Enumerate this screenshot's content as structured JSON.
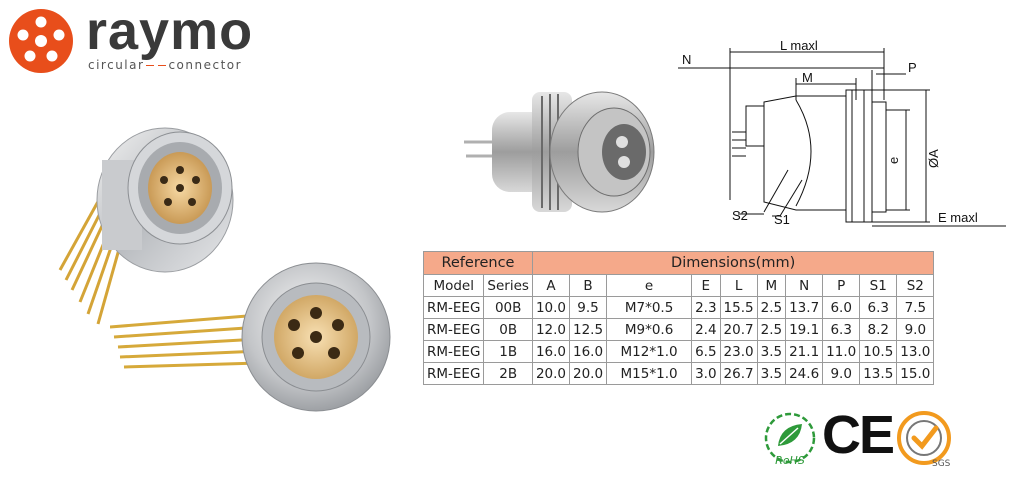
{
  "brand": {
    "name": "raymo",
    "tagline_left": "circular",
    "tagline_right": "connector",
    "accent": "#e84e1b"
  },
  "diagram": {
    "labels": {
      "n": "N",
      "l_max": "L maxl",
      "m": "M",
      "p": "P",
      "e": "e",
      "phi_a": "ØA",
      "s2": "S2",
      "s1": "S1",
      "e_max": "E maxl"
    }
  },
  "table": {
    "group_headers": [
      "Reference",
      "Dimensions(mm)"
    ],
    "columns": [
      "Model",
      "Series",
      "A",
      "B",
      "e",
      "E",
      "L",
      "M",
      "N",
      "P",
      "S1",
      "S2"
    ],
    "rows": [
      [
        "RM-EEG",
        "00B",
        "10.0",
        "9.5",
        "M7*0.5",
        "2.3",
        "15.5",
        "2.5",
        "13.7",
        "6.0",
        "6.3",
        "7.5"
      ],
      [
        "RM-EEG",
        "0B",
        "12.0",
        "12.5",
        "M9*0.6",
        "2.4",
        "20.7",
        "2.5",
        "19.1",
        "6.3",
        "8.2",
        "9.0"
      ],
      [
        "RM-EEG",
        "1B",
        "16.0",
        "16.0",
        "M12*1.0",
        "6.5",
        "23.0",
        "3.5",
        "21.1",
        "11.0",
        "10.5",
        "13.0"
      ],
      [
        "RM-EEG",
        "2B",
        "20.0",
        "20.0",
        "M15*1.0",
        "3.0",
        "26.7",
        "3.5",
        "24.6",
        "9.0",
        "13.5",
        "15.0"
      ]
    ],
    "header_color": "#f5a98a"
  },
  "certifications": {
    "rohs": "RoHS",
    "ce": "CE",
    "sgs": "SGS"
  }
}
